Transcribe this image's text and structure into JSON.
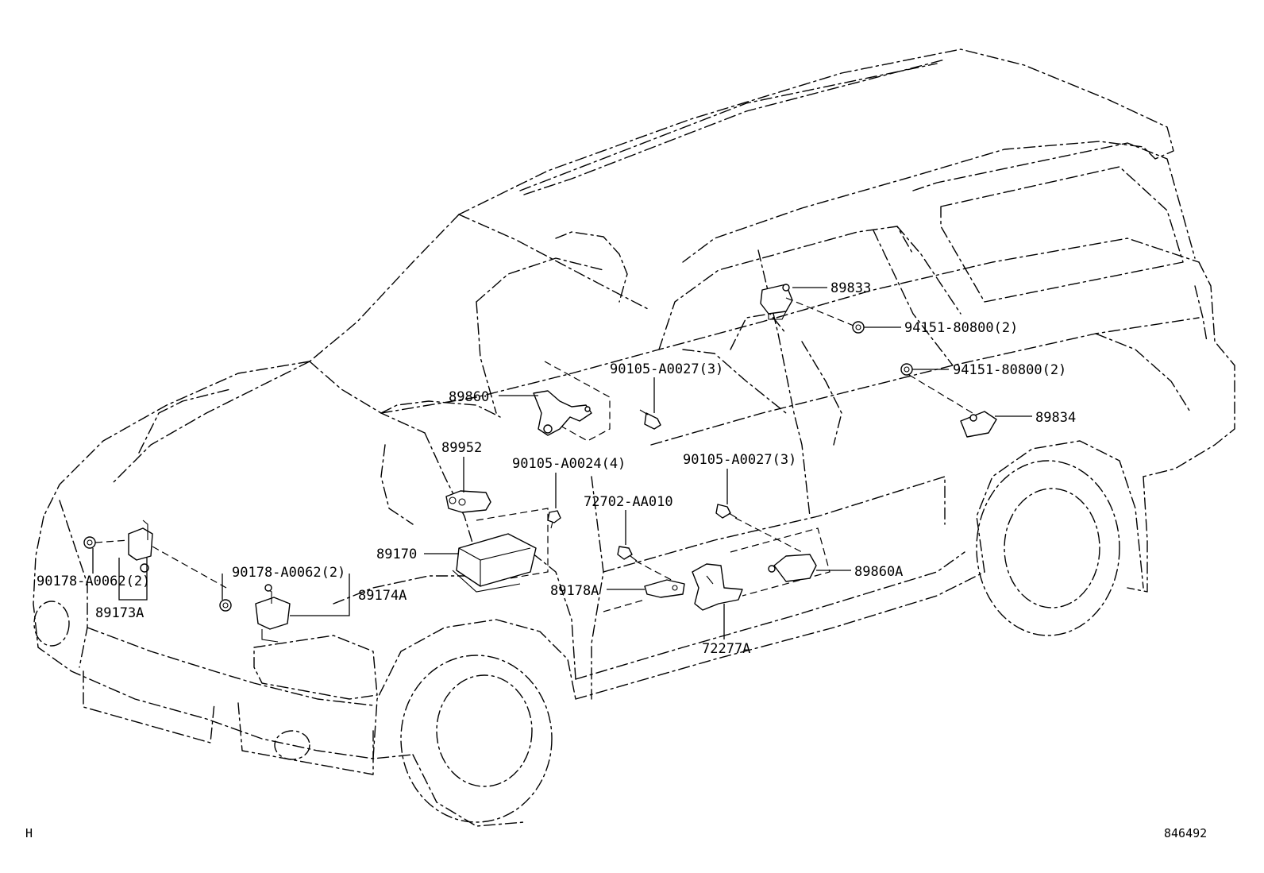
{
  "labels": {
    "p89833": "89833",
    "p94151_a": "94151-80800(2)",
    "p94151_b": "94151-80800(2)",
    "p89834": "89834",
    "p90105_a": "90105-A0027(3)",
    "p89860": "89860",
    "p89952": "89952",
    "p90105_b": "90105-A0024(4)",
    "p90105_c": "90105-A0027(3)",
    "p72702": "72702-AA010",
    "p89170": "89170",
    "p90178_a": "90178-A0062(2)",
    "p90178_b": "90178-A0062(2)",
    "p89174A": "89174A",
    "p89173A": "89173A",
    "p89178A": "89178A",
    "p89860A": "89860A",
    "p72277A": "72277A"
  },
  "corner": {
    "left": "H",
    "right": "846492"
  }
}
